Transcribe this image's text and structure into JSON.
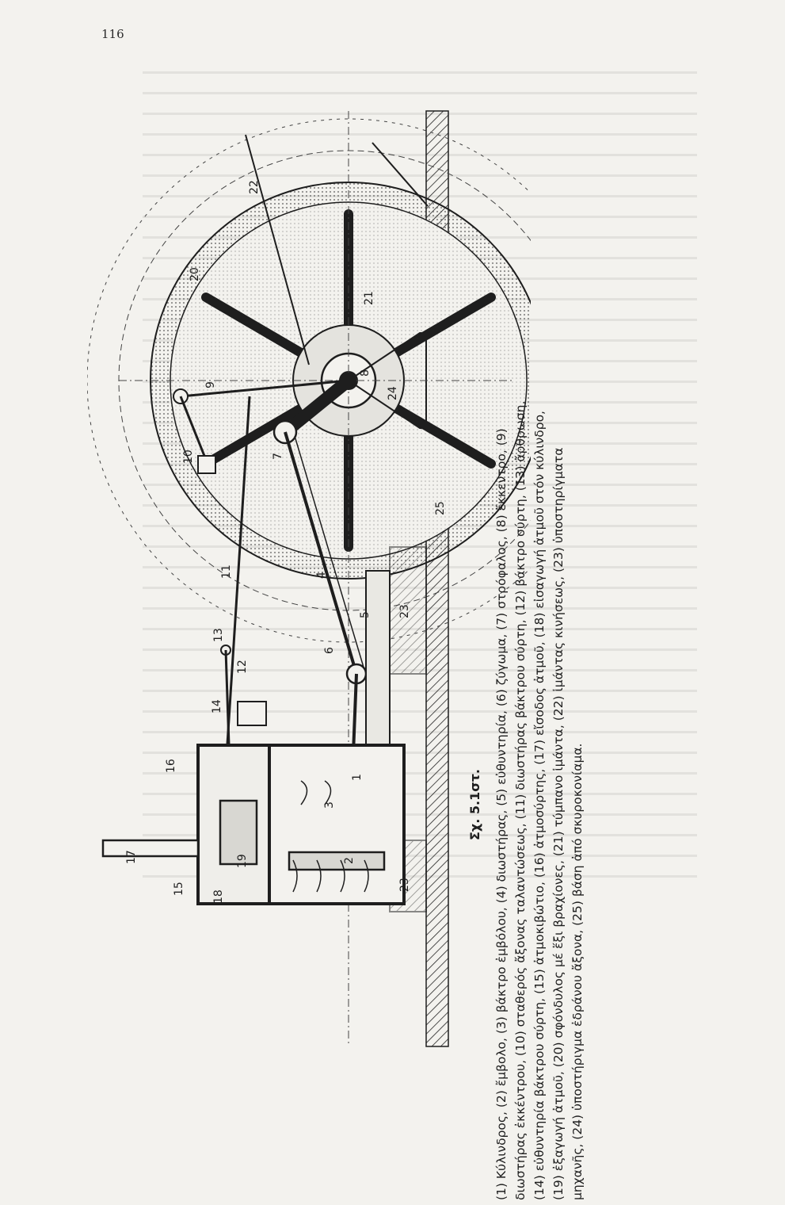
{
  "page": {
    "number": "116"
  },
  "figure": {
    "title": "Σχ. 5.1στ.",
    "caption": "(1) Κύλινδρος, (2) ἔμβολο, (3) βάκτρο ἐμβόλου, (4) διωστήρας, (5) εὐθυντηρία, (6) ζύγωμα, (7) στρόφαλος, (8) ἔκκεντρο, (9) διωστήρας ἐκκέντρου, (10) σταθερός ἄξονας ταλαντώσεως, (11) διωστήρας βάκτρου σύρτη, (12) βάκτρο σύρτη, (13) ἄρθρωση, (14) εὐθυντηρία βάκτρου σύρτη, (15) ἀτμοκιβώτιο, (16) ἀτμοσύρτης, (17) εἴσοδος ἀτμοῦ, (18) εἰσαγωγή ἀτμοῦ στόν κύλινδρο, (19) ἐξαγωγή ἀτμοῦ, (20) σφόνδυλος μέ ἕξι βραχίονες, (21) τύμπανο ἱμάντα, (22) ἱμάντας κινήσεως, (23) ὑποστηρίγματα μηχανῆς, (24) ὑποστήριγμα ἐδράνου ἄξονα, (25) βάση ἀπό σκυροκονίαμα.",
    "labels": {
      "l1": "1",
      "l2": "2",
      "l3": "3",
      "l4": "4",
      "l5": "5",
      "l6": "6",
      "l7": "7",
      "l8": "8",
      "l9": "9",
      "l10": "10",
      "l11": "11",
      "l12": "12",
      "l13": "13",
      "l14": "14",
      "l15": "15",
      "l16": "16",
      "l17": "17",
      "l18": "18",
      "l19": "19",
      "l20": "20",
      "l21": "21",
      "l22": "22",
      "l23a": "23",
      "l23b": "23",
      "l24": "24",
      "l25": "25"
    }
  },
  "colors": {
    "paper": "#f3f2ee",
    "ink": "#1e1e1e",
    "wheel_fill": "#c9c9c9"
  }
}
